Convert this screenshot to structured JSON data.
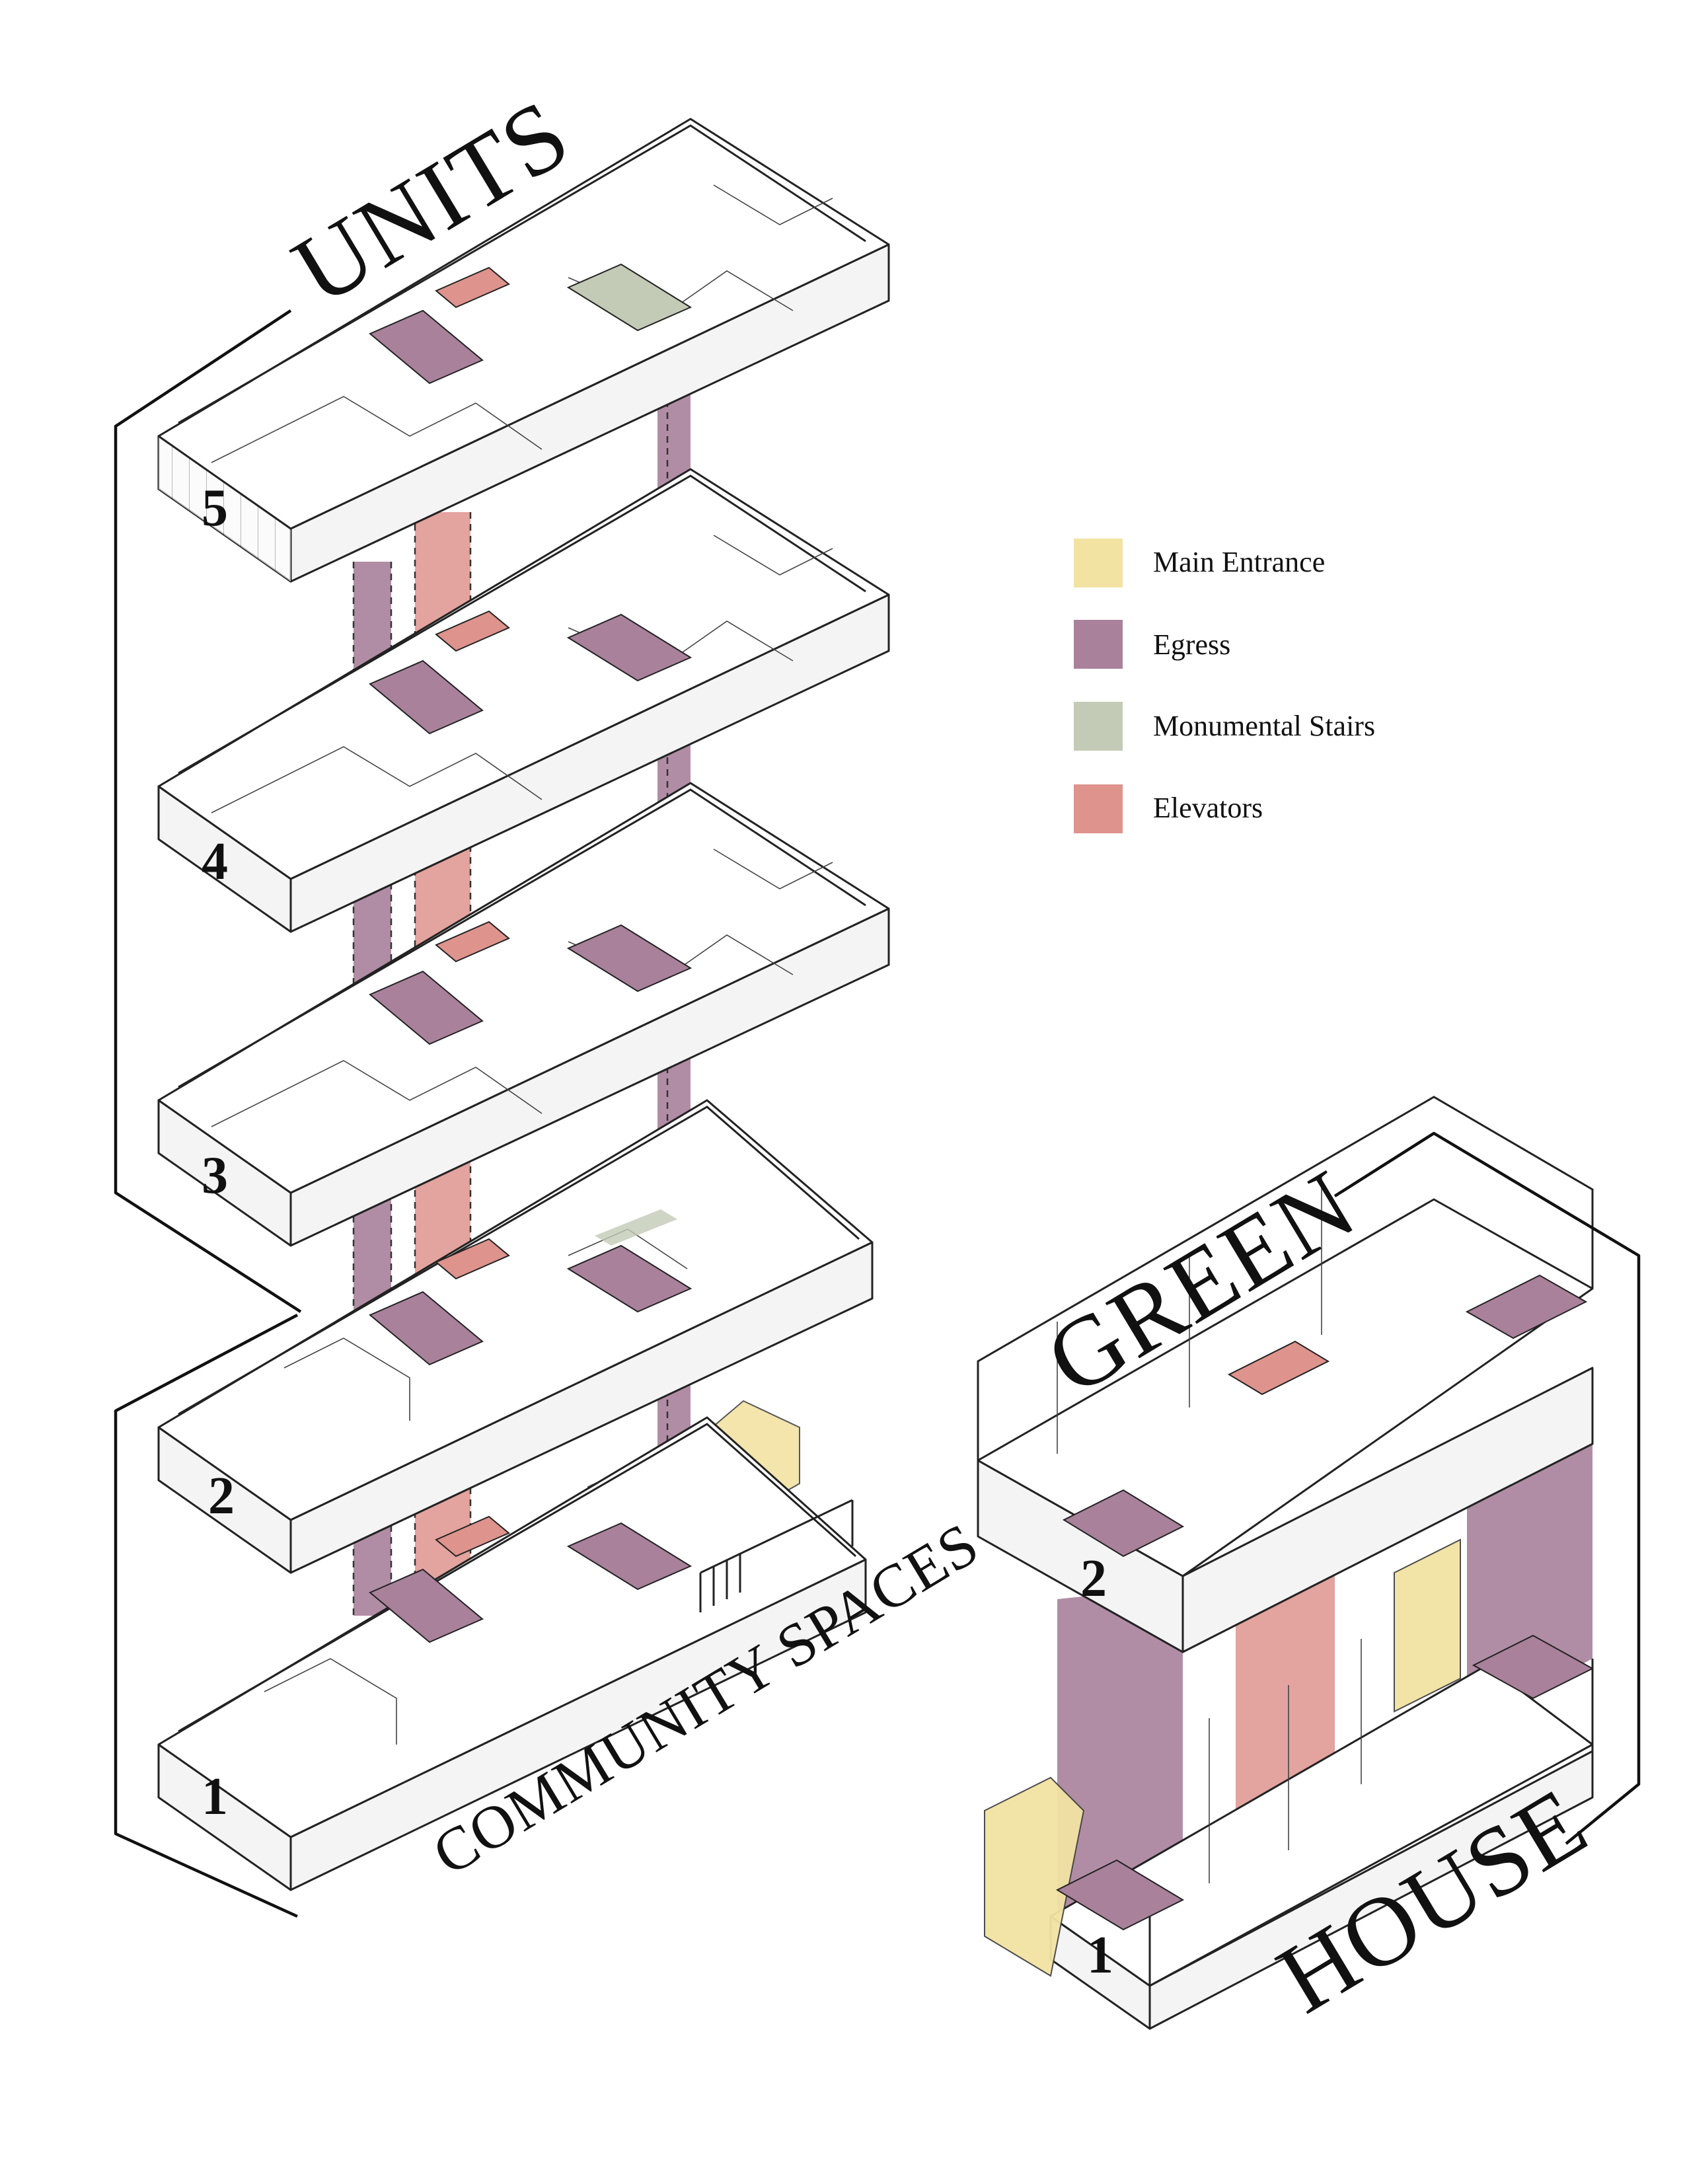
{
  "labels": {
    "units": "UNITS",
    "community_spaces": "COMMUNITY SPACES",
    "green": "GREEN",
    "house": "HOUSE"
  },
  "floors": {
    "left": [
      "5",
      "4",
      "3",
      "2",
      "1"
    ],
    "right": [
      "2",
      "1"
    ]
  },
  "legend": [
    {
      "label": "Main Entrance",
      "color": "#f2e3a3"
    },
    {
      "label": "Egress",
      "color": "#a9819b"
    },
    {
      "label": "Monumental Stairs",
      "color": "#c3cbb7"
    },
    {
      "label": "Elevators",
      "color": "#de938d"
    }
  ],
  "colors": {
    "egress": "#a9819b",
    "elevator": "#de938d",
    "stairs": "#c3cbb7",
    "entrance": "#f2e3a3"
  }
}
